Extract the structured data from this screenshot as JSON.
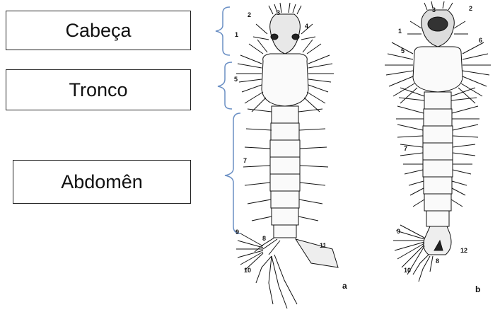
{
  "labels": {
    "head": "Cabeça",
    "thorax": "Tronco",
    "abdomen": "Abdomên"
  },
  "panels": {
    "a": "a",
    "b": "b"
  },
  "numbers_a": [
    "1",
    "2",
    "3",
    "4",
    "5",
    "7",
    "8",
    "9",
    "10",
    "11"
  ],
  "numbers_b": [
    "1",
    "2",
    "3",
    "5",
    "6",
    "7",
    "8",
    "9",
    "10",
    "12"
  ],
  "colors": {
    "bracket": "#6a8fc4",
    "ink": "#111111"
  }
}
